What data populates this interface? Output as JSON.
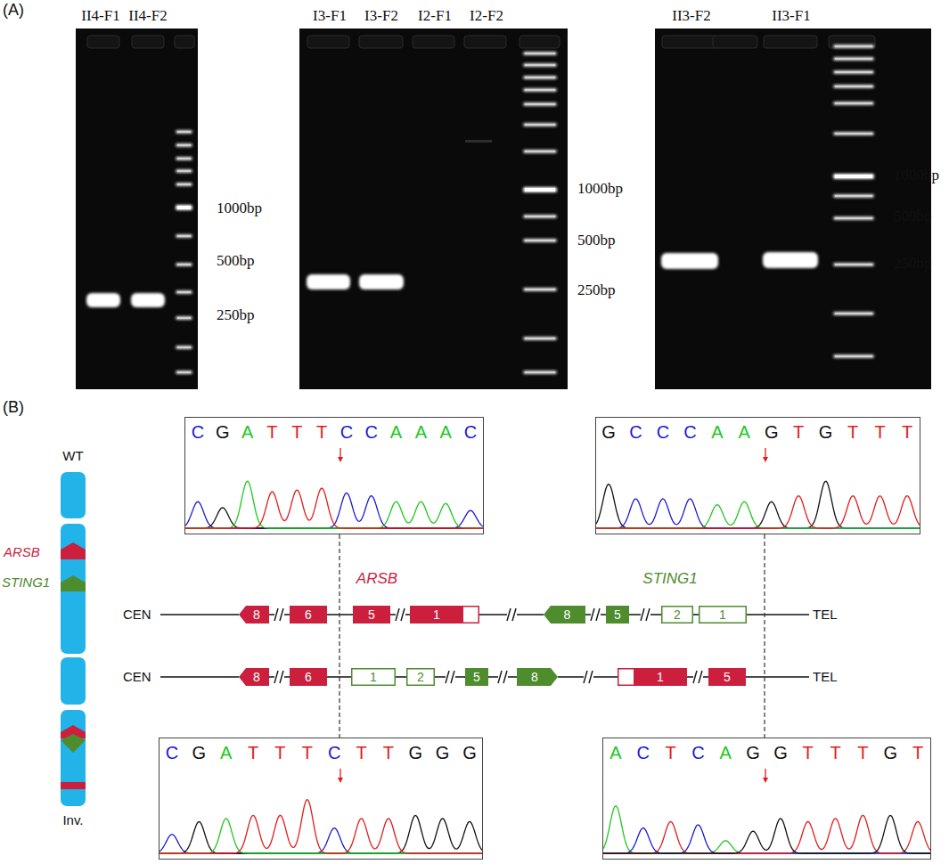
{
  "diagram": {
    "nodes": [
      {
        "text": [
          "C",
          "G",
          "A",
          "T",
          "T",
          "T",
          "C",
          "C",
          "A",
          "A",
          "A",
          "C"
        ]
      },
      {
        "text": [
          "G",
          "C",
          "C",
          "C",
          "A",
          "A",
          "G",
          "T",
          "G",
          "T",
          "T",
          "T"
        ]
      },
      {
        "text": [
          "8"
        ]
      },
      {
        "text": [
          "6"
        ]
      },
      {
        "text": [
          "5"
        ]
      },
      {
        "text": [
          "1"
        ]
      },
      {
        "text": [
          "8"
        ]
      },
      {
        "text": [
          "5"
        ]
      },
      {
        "text": [
          "2"
        ]
      },
      {
        "text": [
          "1"
        ]
      },
      {
        "text": [
          "8"
        ]
      },
      {
        "text": [
          "6"
        ]
      },
      {
        "text": [
          "1"
        ]
      },
      {
        "text": [
          "2"
        ]
      },
      {
        "text": [
          "5"
        ]
      },
      {
        "text": [
          "8"
        ]
      },
      {
        "text": [
          "1"
        ]
      },
      {
        "text": [
          "5"
        ]
      },
      {
        "text": [
          "C",
          "G",
          "A",
          "T",
          "T",
          "T",
          "C",
          "T",
          "T",
          "G",
          "G",
          "G"
        ]
      },
      {
        "text": [
          "A",
          "C",
          "T",
          "C",
          "A",
          "G",
          "G",
          "T",
          "T",
          "T",
          "G",
          "T"
        ]
      }
    ],
    "edges": [
      {
        "from": 2,
        "to": 3,
        "arrow": "none"
      },
      {
        "from": 3,
        "to": 4,
        "arrow": "none"
      },
      {
        "from": 4,
        "to": 5,
        "arrow": "none"
      },
      {
        "from": 5,
        "to": 6,
        "arrow": "none"
      },
      {
        "from": 6,
        "to": 7,
        "arrow": "none"
      },
      {
        "from": 7,
        "to": 8,
        "arrow": "none"
      },
      {
        "from": 8,
        "to": 9,
        "arrow": "none"
      },
      {
        "from": 10,
        "to": 11,
        "arrow": "none"
      },
      {
        "from": 11,
        "to": 12,
        "arrow": "none"
      },
      {
        "from": 12,
        "to": 13,
        "arrow": "none"
      },
      {
        "from": 13,
        "to": 14,
        "arrow": "none"
      },
      {
        "from": 14,
        "to": 15,
        "arrow": "none"
      },
      {
        "from": 15,
        "to": 16,
        "arrow": "none"
      },
      {
        "from": 16,
        "to": 17,
        "arrow": "none"
      },
      {
        "from": 0,
        "to": 18,
        "arrow": "none"
      },
      {
        "from": 1,
        "to": 19,
        "arrow": "none"
      }
    ],
    "labels": [
      "(A)",
      "II4-F1",
      "II4-F2",
      "1000bp",
      "500bp",
      "250bp",
      "I3-F1",
      "I3-F2",
      "I2-F1",
      "I2-F2",
      "1000bp",
      "500bp",
      "250bp",
      "II3-F2",
      "II3-F1",
      "1000bp",
      "500bp",
      "250bp",
      "(B)",
      "WT",
      "ARSB",
      "STING1",
      "Inv.",
      "ARSB",
      "STING1",
      "CEN",
      "TEL",
      "CEN",
      "TEL"
    ]
  }
}
